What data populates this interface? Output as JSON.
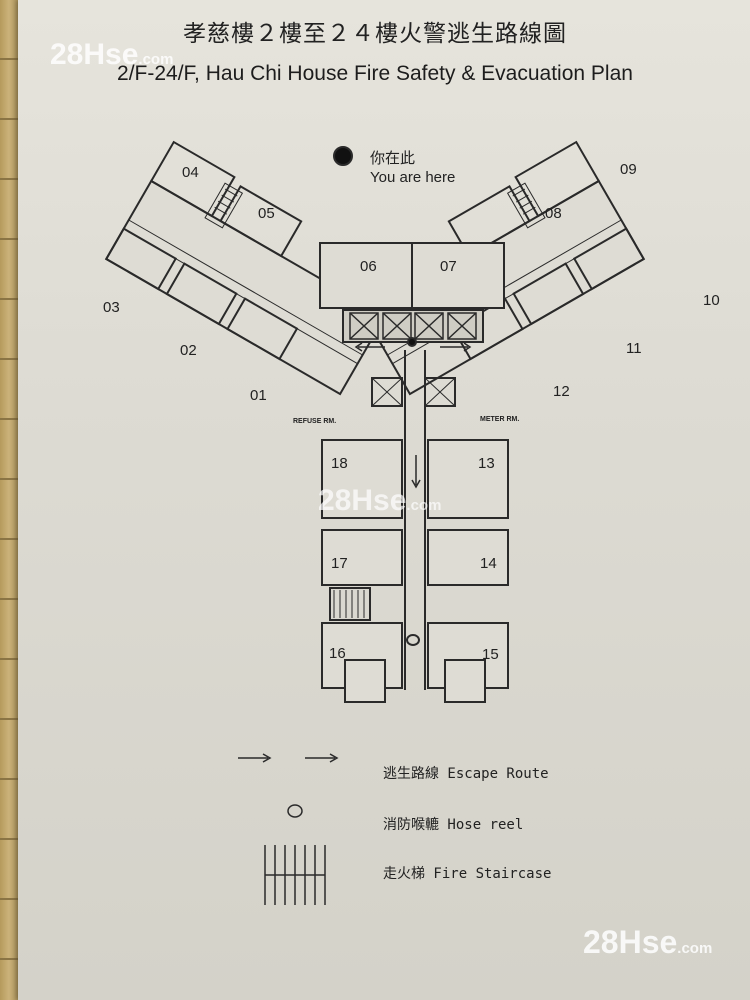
{
  "title": {
    "zh": "孝慈樓２樓至２４樓火警逃生路線圖",
    "en": "2/F-24/F, Hau Chi House Fire Safety & Evacuation Plan"
  },
  "watermark": {
    "brand": "28Hse",
    "domain": ".com"
  },
  "you_are_here": {
    "zh": "你在此",
    "en": "You are here"
  },
  "rooms": {
    "refuse": "REFUSE RM.",
    "meter": "METER RM."
  },
  "units": [
    "01",
    "02",
    "03",
    "04",
    "05",
    "06",
    "07",
    "08",
    "09",
    "10",
    "11",
    "12",
    "13",
    "14",
    "15",
    "16",
    "17",
    "18"
  ],
  "legend": {
    "escape_route": "逃生路線 Escape Route",
    "hose_reel": "消防喉轆 Hose reel",
    "fire_staircase": "走火梯 Fire Staircase"
  }
}
